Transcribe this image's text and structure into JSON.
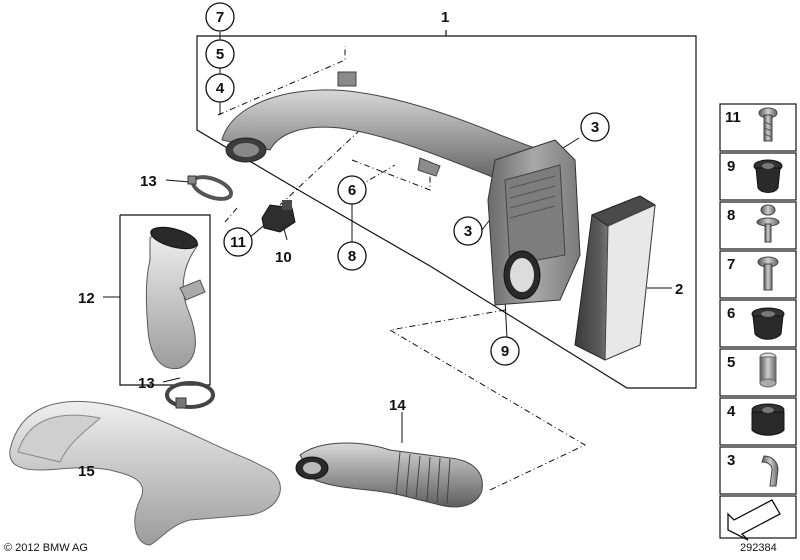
{
  "callouts": {
    "c1": "1",
    "c2": "2",
    "c3a": "3",
    "c3b": "3",
    "c4": "4",
    "c5": "5",
    "c6": "6",
    "c7": "7",
    "c8": "8",
    "c9": "9",
    "c10": "10",
    "c11": "11",
    "c12": "12",
    "c13a": "13",
    "c13b": "13",
    "c14": "14",
    "c15": "15"
  },
  "legend": [
    "11",
    "9",
    "8",
    "7",
    "6",
    "5",
    "4",
    "3"
  ],
  "footer": {
    "copyright": "© 2012 BMW AG",
    "image_number": "292384"
  }
}
